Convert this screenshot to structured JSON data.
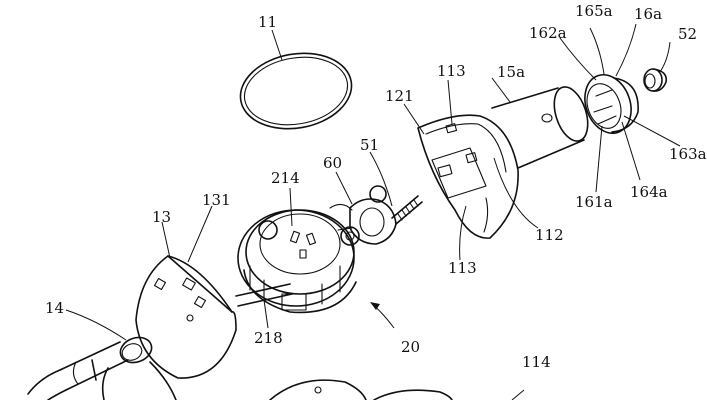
{
  "labels": {
    "l11": "11",
    "l165a": "165a",
    "l16a": "16a",
    "l52": "52",
    "l162a": "162a",
    "l15a": "15a",
    "l113_top": "113",
    "l121": "121",
    "l163a": "163a",
    "l161a": "161a",
    "l164a": "164a",
    "l60": "60",
    "l51": "51",
    "l112": "112",
    "l214": "214",
    "l131": "131",
    "l13": "13",
    "l113_bottom": "113",
    "l14": "14",
    "l218": "218",
    "l20": "20",
    "l114": "114"
  }
}
